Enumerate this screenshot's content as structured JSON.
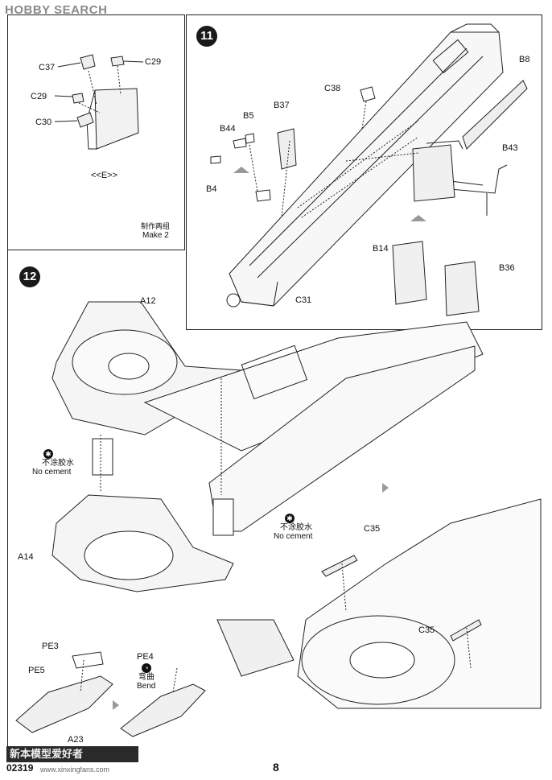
{
  "watermark_top": "HOBBY SEARCH",
  "watermark_bottom": "新本模型爱好者",
  "watermark_url": "www.xinxingfans.com",
  "footer": {
    "code": "02319",
    "page": "8"
  },
  "inset_e": {
    "title": "<<E>>",
    "note_cn": "制作两组",
    "note_en": "Make 2",
    "parts": [
      "C37",
      "C29",
      "C29",
      "C30"
    ]
  },
  "step11": {
    "number": "11",
    "parts": [
      "C38",
      "B8",
      "B5",
      "B37",
      "B44",
      "B43",
      "B4",
      "B14",
      "B36",
      "C31"
    ]
  },
  "step12": {
    "number": "12",
    "parts": [
      "A12",
      "A14",
      "C35",
      "C35",
      "PE3",
      "PE5",
      "PE4",
      "A23"
    ],
    "no_cement_cn": "不涂胶水",
    "no_cement_en": "No cement",
    "bend_cn": "弯曲",
    "bend_en": "Bend"
  },
  "icons": [
    "no-cement-icon",
    "bend-icon",
    "arrow-icon"
  ]
}
